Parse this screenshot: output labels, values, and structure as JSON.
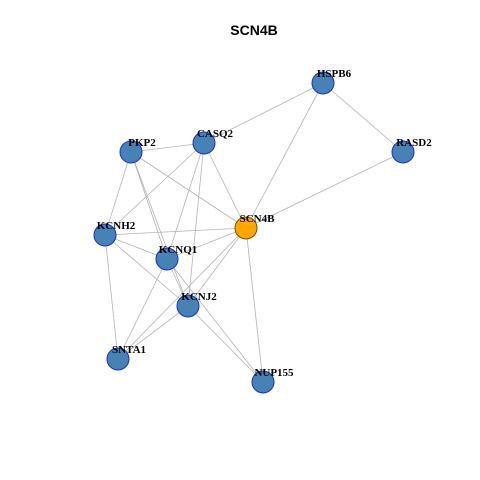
{
  "title": "SCN4B",
  "colors": {
    "node_fill": "#4682b4",
    "node_stroke": "#1a2fd0",
    "center_fill": "#ffa500",
    "center_stroke": "#8b4a00",
    "edge": "#b3b3b3"
  },
  "nodes": [
    {
      "id": "HSPB6",
      "label": "HSPB6",
      "center": false
    },
    {
      "id": "RASD2",
      "label": "RASD2",
      "center": false
    },
    {
      "id": "CASQ2",
      "label": "CASQ2",
      "center": false
    },
    {
      "id": "PKP2",
      "label": "PKP2",
      "center": false
    },
    {
      "id": "SCN4B",
      "label": "SCN4B",
      "center": true
    },
    {
      "id": "KCNH2",
      "label": "KCNH2",
      "center": false
    },
    {
      "id": "KCNQ1",
      "label": "KCNQ1",
      "center": false
    },
    {
      "id": "KCNJ2",
      "label": "KCNJ2",
      "center": false
    },
    {
      "id": "SNTA1",
      "label": "SNTA1",
      "center": false
    },
    {
      "id": "NUP155",
      "label": "NUP155",
      "center": false
    }
  ],
  "edges": [
    [
      "HSPB6",
      "CASQ2"
    ],
    [
      "HSPB6",
      "RASD2"
    ],
    [
      "HSPB6",
      "SCN4B"
    ],
    [
      "RASD2",
      "SCN4B"
    ],
    [
      "PKP2",
      "CASQ2"
    ],
    [
      "PKP2",
      "KCNH2"
    ],
    [
      "PKP2",
      "KCNQ1"
    ],
    [
      "PKP2",
      "KCNJ2"
    ],
    [
      "PKP2",
      "SCN4B"
    ],
    [
      "CASQ2",
      "KCNH2"
    ],
    [
      "CASQ2",
      "SCN4B"
    ],
    [
      "CASQ2",
      "KCNQ1"
    ],
    [
      "CASQ2",
      "KCNJ2"
    ],
    [
      "KCNH2",
      "SCN4B"
    ],
    [
      "KCNH2",
      "KCNQ1"
    ],
    [
      "KCNH2",
      "KCNJ2"
    ],
    [
      "KCNH2",
      "SNTA1"
    ],
    [
      "SCN4B",
      "KCNQ1"
    ],
    [
      "SCN4B",
      "KCNJ2"
    ],
    [
      "SCN4B",
      "SNTA1"
    ],
    [
      "SCN4B",
      "NUP155"
    ],
    [
      "KCNQ1",
      "KCNJ2"
    ],
    [
      "KCNQ1",
      "SNTA1"
    ],
    [
      "KCNQ1",
      "NUP155"
    ],
    [
      "KCNJ2",
      "SNTA1"
    ],
    [
      "KCNJ2",
      "NUP155"
    ]
  ]
}
